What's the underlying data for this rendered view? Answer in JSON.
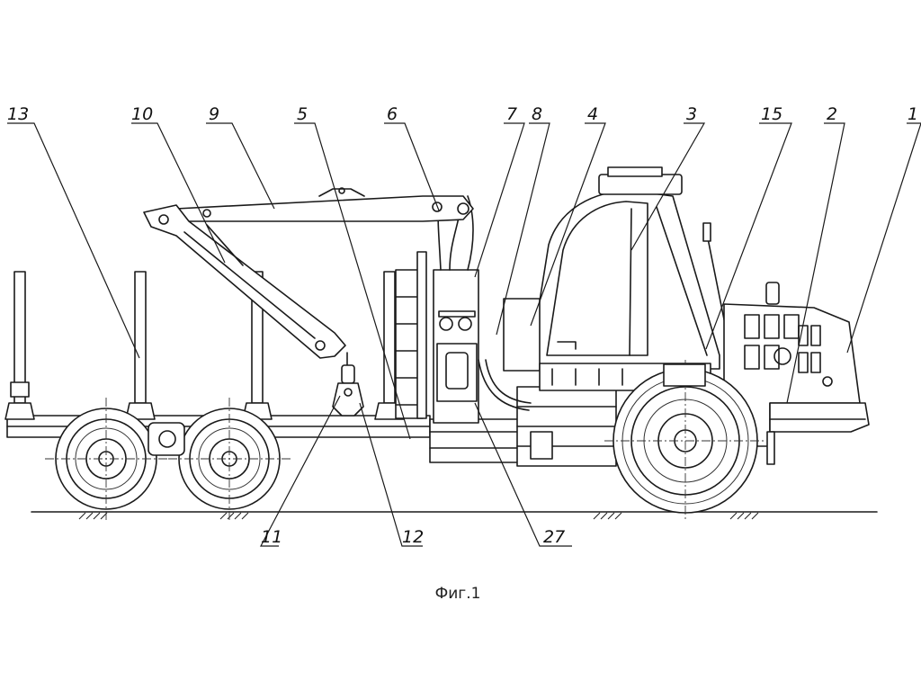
{
  "figure": {
    "caption": "Фиг.1",
    "callouts": [
      {
        "id": "13",
        "text": "13"
      },
      {
        "id": "10",
        "text": "10"
      },
      {
        "id": "9",
        "text": "9"
      },
      {
        "id": "5",
        "text": "5"
      },
      {
        "id": "6",
        "text": "6"
      },
      {
        "id": "7",
        "text": "7"
      },
      {
        "id": "8",
        "text": "8"
      },
      {
        "id": "4",
        "text": "4"
      },
      {
        "id": "3",
        "text": "3"
      },
      {
        "id": "15",
        "text": "15"
      },
      {
        "id": "2",
        "text": "2"
      },
      {
        "id": "1",
        "text": "1"
      },
      {
        "id": "11",
        "text": "11"
      },
      {
        "id": "12",
        "text": "12"
      },
      {
        "id": "27",
        "text": "27"
      }
    ]
  }
}
